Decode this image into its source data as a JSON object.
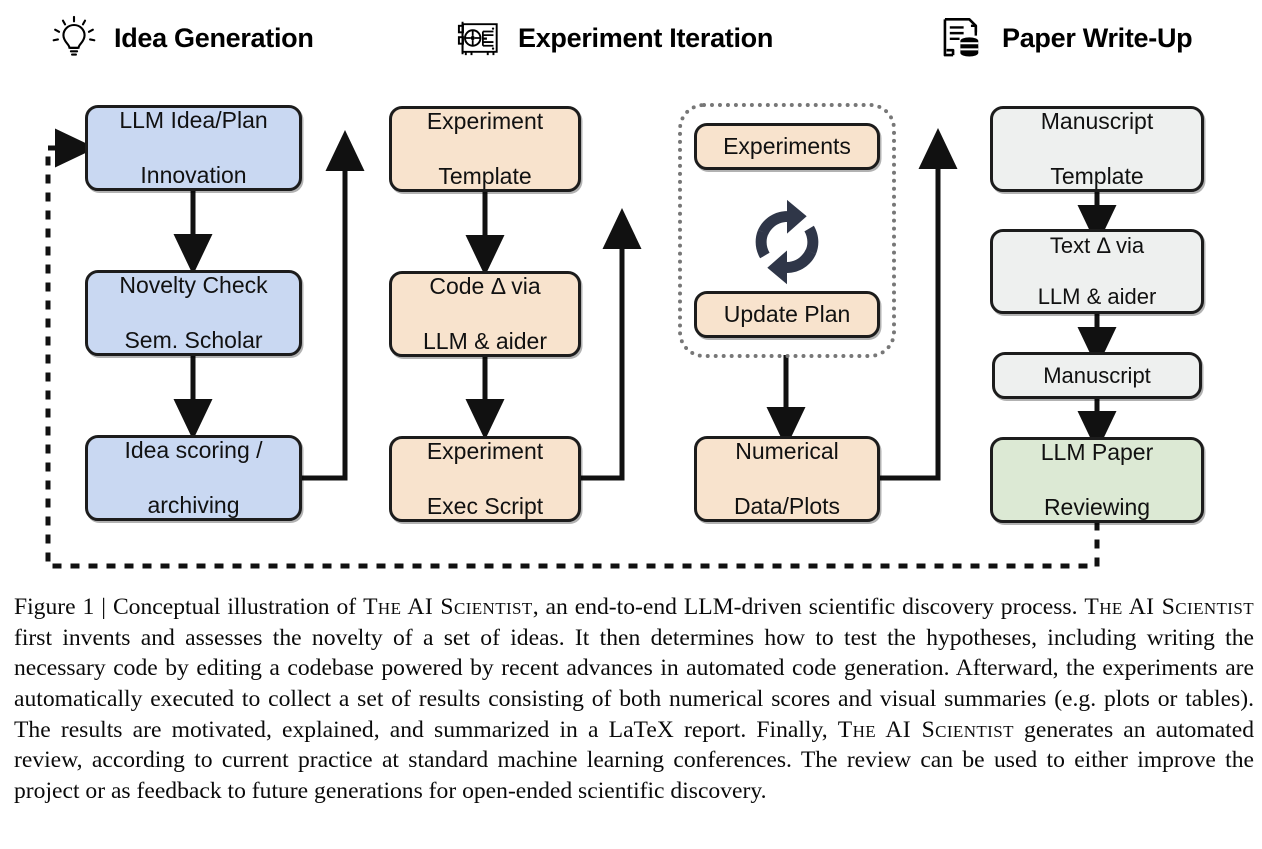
{
  "figure": {
    "headers": [
      {
        "icon": "lightbulb-icon",
        "label": "Idea Generation"
      },
      {
        "icon": "gpu-card-icon",
        "label": "Experiment Iteration"
      },
      {
        "icon": "document-database-icon",
        "label": "Paper Write-Up"
      }
    ],
    "colors": {
      "blue": "#c9d8f2",
      "peach": "#f8e3cd",
      "grey": "#eef0ef",
      "green": "#dce9d4",
      "outline": "#1c1c1c",
      "dotted": "#777777",
      "refresh_icon": "#2f3648"
    },
    "nodes": {
      "idea_plan": "LLM Idea/Plan\nInnovation",
      "idea_plan_l1": "LLM Idea/Plan",
      "idea_plan_l2": "Innovation",
      "novelty_l1": "Novelty Check",
      "novelty_l2": "Sem. Scholar",
      "scoring_l1": "Idea scoring /",
      "scoring_l2": "archiving",
      "exp_template_l1": "Experiment",
      "exp_template_l2": "Template",
      "code_delta_l1": "Code Δ via",
      "code_delta_l2": "LLM & aider",
      "exec_script_l1": "Experiment",
      "exec_script_l2": "Exec Script",
      "experiments": "Experiments",
      "update_plan": "Update Plan",
      "numerical_l1": "Numerical",
      "numerical_l2": "Data/Plots",
      "manuscript_template_l1": "Manuscript",
      "manuscript_template_l2": "Template",
      "text_delta_l1": "Text Δ via",
      "text_delta_l2": "LLM & aider",
      "manuscript": "Manuscript",
      "review_l1": "LLM Paper",
      "review_l2": "Reviewing"
    },
    "loop_icon": "refresh-cycle-icon",
    "caption": {
      "label": "Figure 1",
      "separator": "|",
      "p1": " Conceptual illustration of ",
      "sc1": "The AI Scientist",
      "p2": ", an end-to-end LLM-driven scientific discovery process. ",
      "sc2": "The AI Scientist",
      "p3": " first invents and assesses the novelty of a set of ideas. It then determines how to test the hypotheses, including writing the necessary code by editing a codebase powered by recent advances in automated code generation. Afterward, the experiments are automatically executed to collect a set of results consisting of both numerical scores and visual summaries (e.g. plots or tables). The results are motivated, explained, and summarized in a LaTeX report. Finally, ",
      "sc3": "The AI Scientist",
      "p4": " generates an automated review, according to current practice at standard machine learning conferences. The review can be used to either improve the project or as feedback to future generations for open-ended scientific discovery."
    }
  }
}
